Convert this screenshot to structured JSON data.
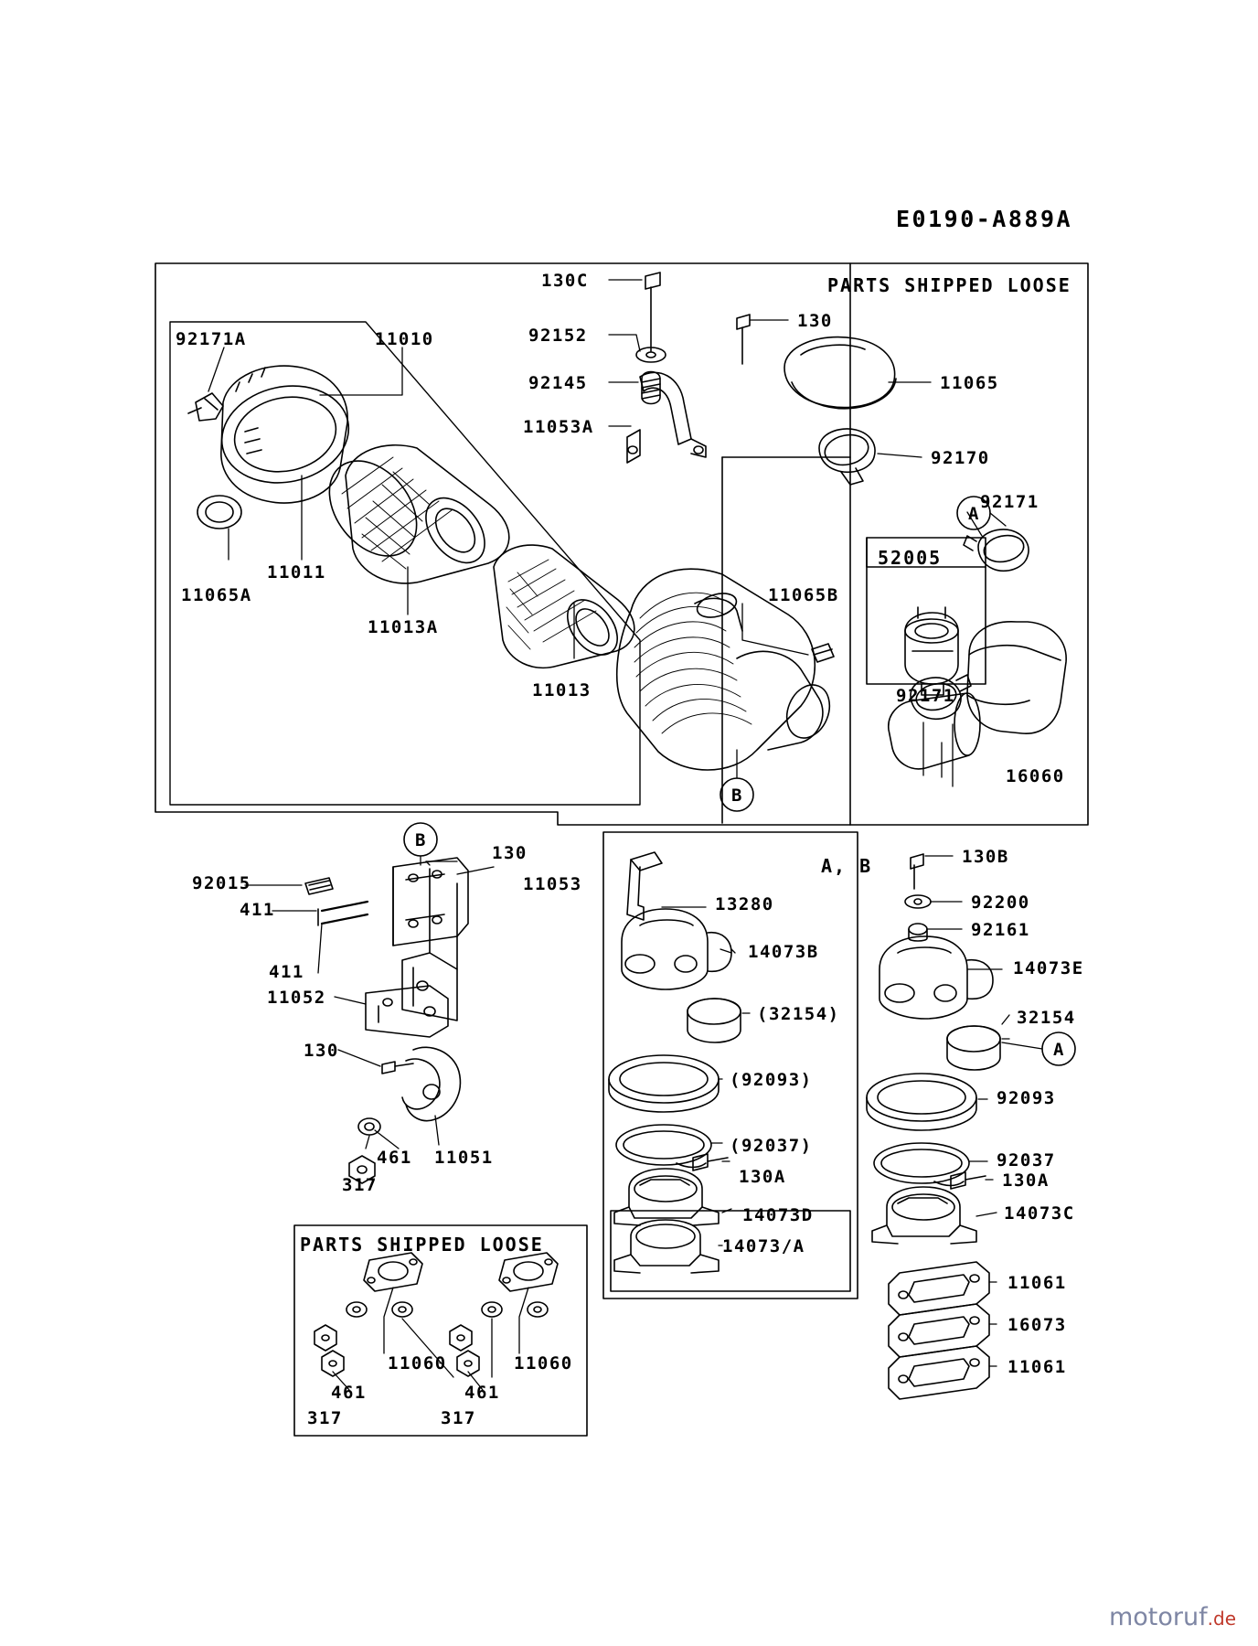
{
  "diagram": {
    "title": "E0190-A889A",
    "watermark": {
      "name": "motoruf",
      "tld": ".de"
    },
    "boxes": [
      {
        "name": "parts-shipped-loose-top",
        "label": "PARTS SHIPPED LOOSE"
      },
      {
        "name": "parts-shipped-loose-bottom",
        "label": "PARTS SHIPPED LOOSE"
      },
      {
        "name": "detail-ab",
        "label": "A, B"
      },
      {
        "name": "detail-52005",
        "label": "52005"
      }
    ],
    "callouts": [
      {
        "id": "92171A",
        "label": "92171A"
      },
      {
        "id": "11010",
        "label": "11010"
      },
      {
        "id": "130C",
        "label": "130C"
      },
      {
        "id": "92152",
        "label": "92152"
      },
      {
        "id": "92145",
        "label": "92145"
      },
      {
        "id": "11053A",
        "label": "11053A"
      },
      {
        "id": "130",
        "label": "130"
      },
      {
        "id": "11065",
        "label": "11065"
      },
      {
        "id": "92170",
        "label": "92170"
      },
      {
        "id": "92171-top",
        "label": "92171"
      },
      {
        "id": "11011",
        "label": "11011"
      },
      {
        "id": "11065A",
        "label": "11065A"
      },
      {
        "id": "11013A",
        "label": "11013A"
      },
      {
        "id": "11013",
        "label": "11013"
      },
      {
        "id": "11065B",
        "label": "11065B"
      },
      {
        "id": "52005",
        "label": "52005"
      },
      {
        "id": "92171-mid",
        "label": "92171"
      },
      {
        "id": "16060",
        "label": "16060"
      },
      {
        "id": "92015",
        "label": "92015"
      },
      {
        "id": "411-a",
        "label": "411"
      },
      {
        "id": "411-b",
        "label": "411"
      },
      {
        "id": "11052",
        "label": "11052"
      },
      {
        "id": "130-left",
        "label": "130"
      },
      {
        "id": "130-bracket",
        "label": "130"
      },
      {
        "id": "11053",
        "label": "11053"
      },
      {
        "id": "317-left",
        "label": "317"
      },
      {
        "id": "461-left",
        "label": "461"
      },
      {
        "id": "11051",
        "label": "11051"
      },
      {
        "id": "13280",
        "label": "13280"
      },
      {
        "id": "14073B",
        "label": "14073B"
      },
      {
        "id": "32154-paren",
        "label": "(32154)"
      },
      {
        "id": "92093-paren",
        "label": "(92093)"
      },
      {
        "id": "92037-paren",
        "label": "(92037)"
      },
      {
        "id": "130A-left",
        "label": "130A"
      },
      {
        "id": "14073D",
        "label": "14073D"
      },
      {
        "id": "14073A",
        "label": "14073/A"
      },
      {
        "id": "130B",
        "label": "130B"
      },
      {
        "id": "92200",
        "label": "92200"
      },
      {
        "id": "92161",
        "label": "92161"
      },
      {
        "id": "14073E",
        "label": "14073E"
      },
      {
        "id": "32154",
        "label": "32154"
      },
      {
        "id": "92093",
        "label": "92093"
      },
      {
        "id": "92037",
        "label": "92037"
      },
      {
        "id": "130A-right",
        "label": "130A"
      },
      {
        "id": "14073C",
        "label": "14073C"
      },
      {
        "id": "11061-upper",
        "label": "11061"
      },
      {
        "id": "16073",
        "label": "16073"
      },
      {
        "id": "11061-lower",
        "label": "11061"
      },
      {
        "id": "11060-left",
        "label": "11060"
      },
      {
        "id": "11060-right",
        "label": "11060"
      },
      {
        "id": "461-bl",
        "label": "461"
      },
      {
        "id": "461-br",
        "label": "461"
      },
      {
        "id": "317-bl",
        "label": "317"
      },
      {
        "id": "317-br",
        "label": "317"
      }
    ],
    "bubbles": [
      {
        "id": "bubble-a-top",
        "label": "A"
      },
      {
        "id": "bubble-b-bottom",
        "label": "B"
      },
      {
        "id": "bubble-b-left",
        "label": "B"
      },
      {
        "id": "bubble-a-right",
        "label": "A"
      }
    ]
  }
}
